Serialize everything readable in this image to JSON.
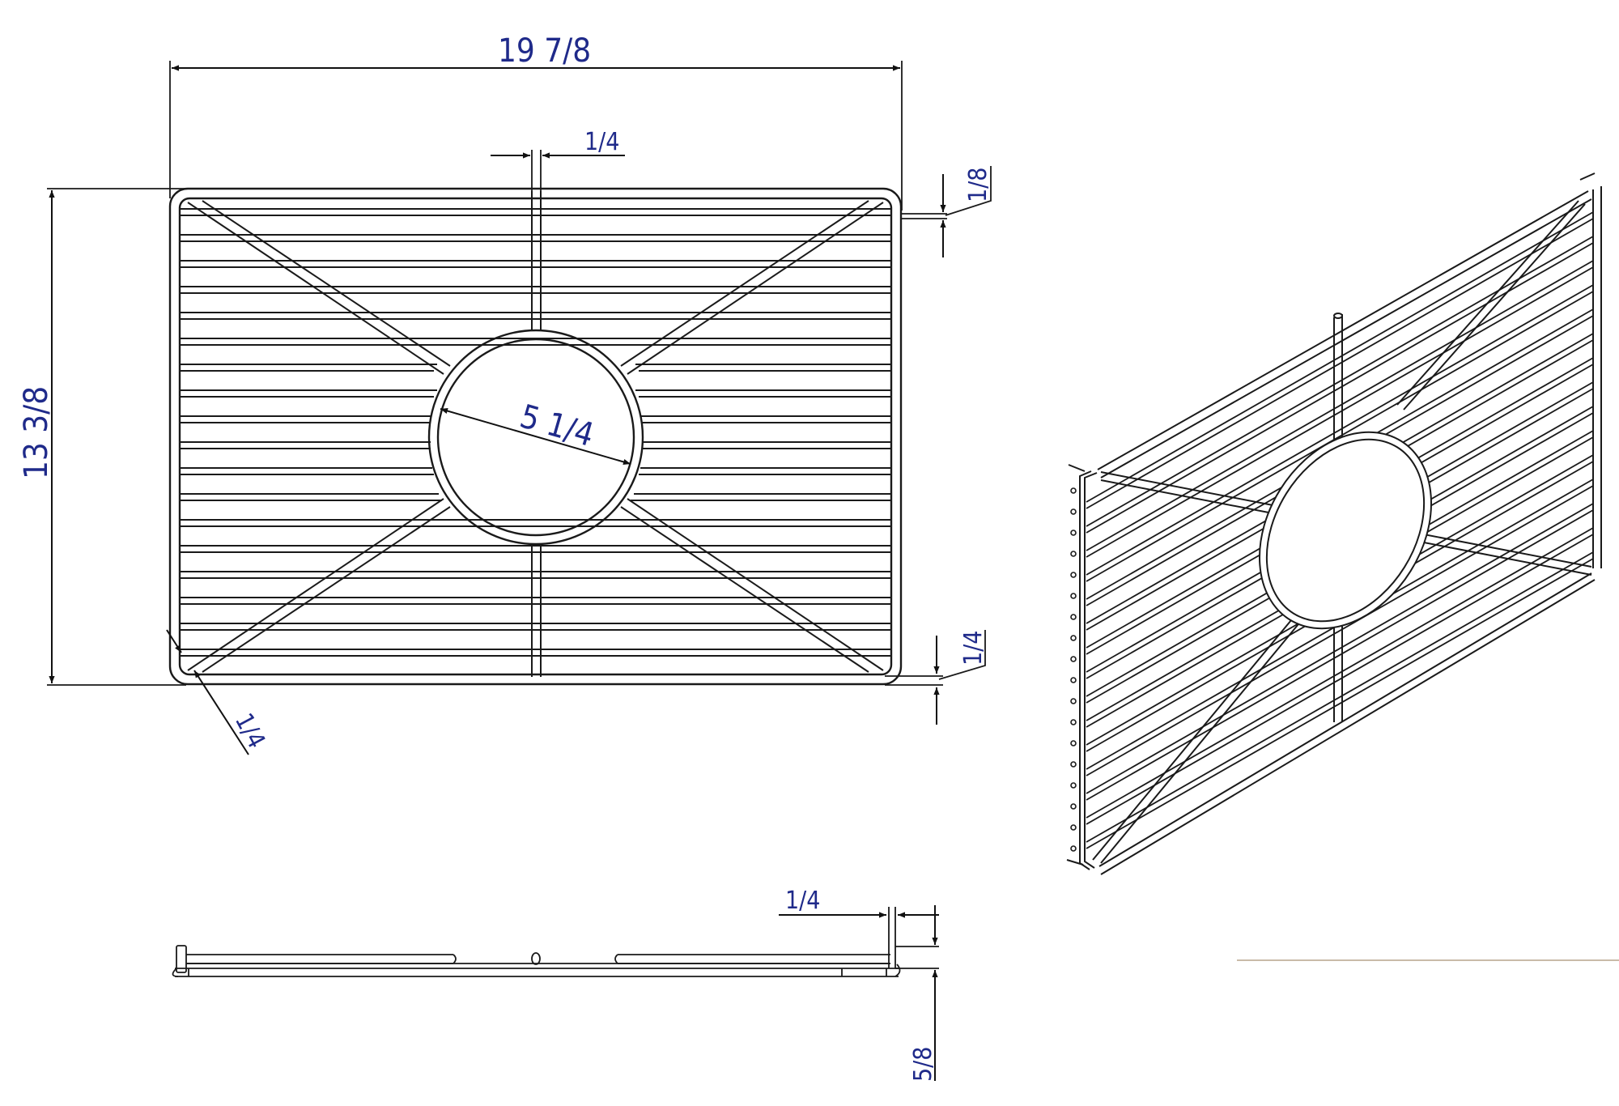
{
  "drawing": {
    "subject": "Sink bottom grid (wire rack) technical drawing",
    "views": [
      "top",
      "side",
      "isometric"
    ],
    "colors": {
      "line": "#1a1a1a",
      "dimension_text": "#1f2a8a",
      "divider": "#c9bba8",
      "background": "#ffffff"
    }
  },
  "top_view": {
    "dims": {
      "overall_width": "19 7/8",
      "overall_depth": "13 3/8",
      "center_bar_width": "1/4",
      "drain_hole_diameter": "5 1/4",
      "top_gap": "1/8",
      "bottom_gap": "1/4",
      "corner_radius": "1/4"
    }
  },
  "side_view": {
    "dims": {
      "foot_width": "1/4",
      "overall_height": "5/8"
    }
  }
}
